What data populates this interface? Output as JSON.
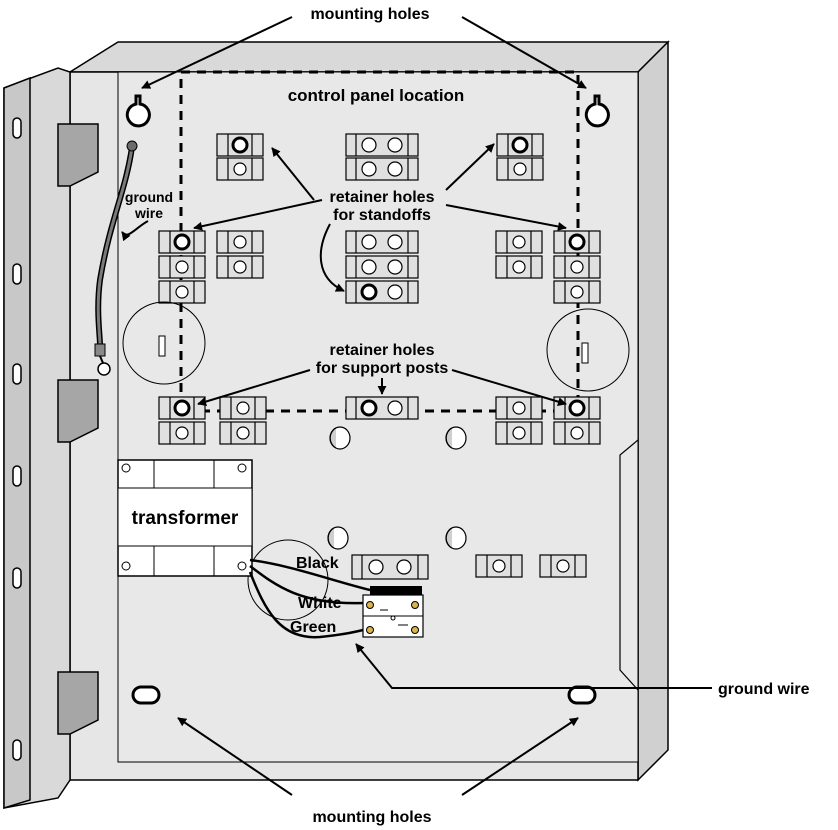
{
  "labels": {
    "mounting_holes_top": "mounting holes",
    "mounting_holes_bottom": "mounting holes",
    "control_panel_location": "control panel location",
    "ground_wire_left_line1": "ground",
    "ground_wire_left_line2": "wire",
    "retainer_standoffs_line1": "retainer holes",
    "retainer_standoffs_line2": "for standoffs",
    "retainer_support_line1": "retainer holes",
    "retainer_support_line2": "for support posts",
    "transformer": "transformer",
    "black": "Black",
    "white": "White",
    "green": "Green",
    "ground_wire_right": "ground wire"
  },
  "colors": {
    "cabinet_fill": "#e6e6e6",
    "cabinet_side": "#d4d4d4",
    "hinge_fill": "#a6a6a6",
    "line": "#000000",
    "background": "#ffffff"
  }
}
